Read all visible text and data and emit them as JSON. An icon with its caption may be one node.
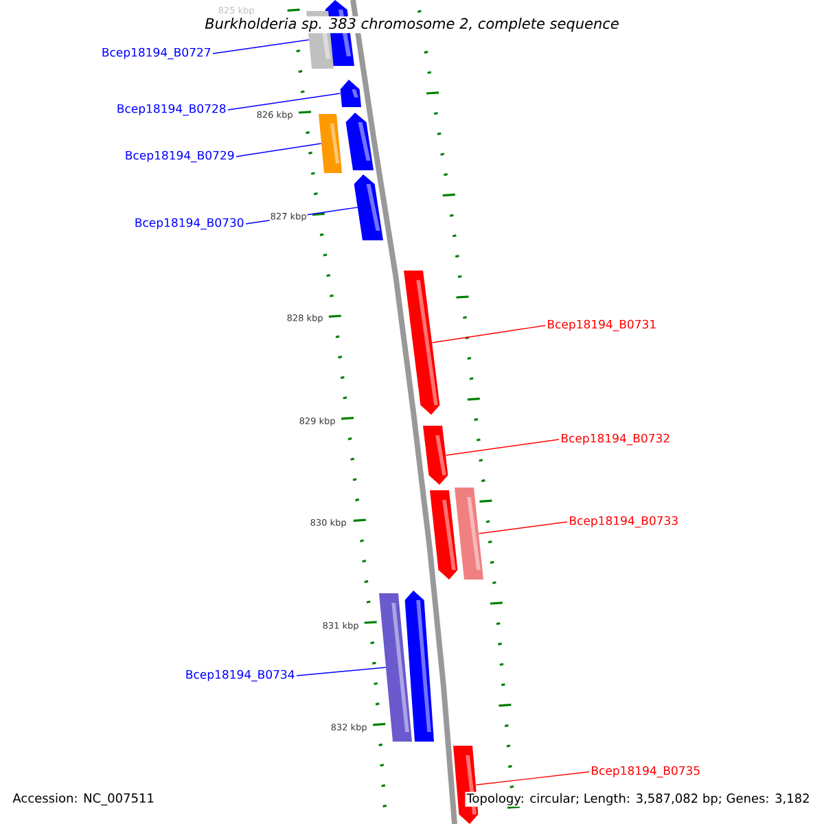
{
  "diagram": {
    "title": "Burkholderia sp. 383 chromosome 2, complete sequence",
    "nodes": [
      {
        "text": [
          "Bcep18194_B0727"
        ]
      },
      {
        "text": [
          "Bcep18194_B0728"
        ]
      },
      {
        "text": [
          "Bcep18194_B0729"
        ]
      },
      {
        "text": [
          "Bcep18194_B0730"
        ]
      },
      {
        "text": [
          "Bcep18194_B0731"
        ]
      },
      {
        "text": [
          "Bcep18194_B0732"
        ]
      },
      {
        "text": [
          "Bcep18194_B0733"
        ]
      },
      {
        "text": [
          "Bcep18194_B0734"
        ]
      },
      {
        "text": [
          "Bcep18194_B0735"
        ]
      },
      {
        "text": [],
        "shape": "pentagon"
      },
      {
        "text": [],
        "shape": "bar"
      },
      {
        "text": [],
        "shape": "pentagon"
      },
      {
        "text": [],
        "shape": "bar"
      },
      {
        "text": [],
        "shape": "pentagon"
      },
      {
        "text": [],
        "shape": "pentagon"
      },
      {
        "text": [],
        "shape": "pentagon"
      },
      {
        "text": [],
        "shape": "pentagon"
      },
      {
        "text": [],
        "shape": "pentagon"
      },
      {
        "text": [],
        "shape": "bar"
      },
      {
        "text": [],
        "shape": "bar"
      },
      {
        "text": [],
        "shape": "pentagon"
      },
      {
        "text": [],
        "shape": "pentagon"
      }
    ],
    "edges": [
      {
        "from": 0,
        "to": 10,
        "arrow": "none"
      },
      {
        "from": 1,
        "to": 11,
        "arrow": "none"
      },
      {
        "from": 2,
        "to": 12,
        "arrow": "none"
      },
      {
        "from": 3,
        "to": 14,
        "arrow": "none"
      },
      {
        "from": 4,
        "to": 15,
        "arrow": "none",
        "color": "#ff0000"
      },
      {
        "from": 5,
        "to": 16,
        "arrow": "none",
        "color": "#ff0000"
      },
      {
        "from": 6,
        "to": 18,
        "arrow": "none",
        "color": "#ff0000"
      },
      {
        "from": 7,
        "to": 19,
        "arrow": "none"
      },
      {
        "from": 8,
        "to": 21,
        "arrow": "none",
        "color": "#ff0000"
      }
    ],
    "labels": [
      "825 kbp",
      "826 kbp",
      "827 kbp",
      "828 kbp",
      "829 kbp",
      "830 kbp",
      "831 kbp",
      "832 kbp",
      "Accession: NC_007511",
      "Topology: circular; Length: 3,587,082 bp; Genes: 3,182"
    ]
  }
}
